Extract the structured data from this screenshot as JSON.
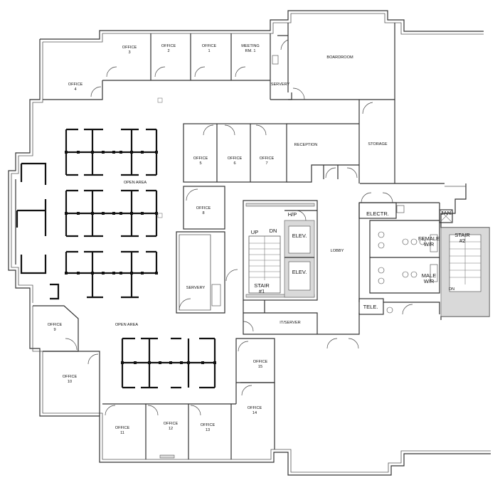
{
  "rooms": {
    "office3": [
      "OFFICE",
      "3"
    ],
    "office2": [
      "OFFICE",
      "2"
    ],
    "office1": [
      "OFFICE",
      "1"
    ],
    "meeting1": [
      "MEETING",
      "RM. 1"
    ],
    "servery_top": [
      "SERVERY"
    ],
    "boardroom": [
      "BOARDROOM"
    ],
    "office4": [
      "OFFICE",
      "4"
    ],
    "office5": [
      "OFFICE",
      "5"
    ],
    "office6": [
      "OFFICE",
      "6"
    ],
    "office7": [
      "OFFICE",
      "7"
    ],
    "reception": [
      "RECEPTION"
    ],
    "storage": [
      "STORAGE"
    ],
    "open_area_top": [
      "OPEN AREA"
    ],
    "office8": [
      "OFFICE",
      "8"
    ],
    "hp": [
      "H/P"
    ],
    "up": [
      "UP"
    ],
    "dn1": [
      "DN"
    ],
    "elev1": [
      "ELEV."
    ],
    "elev2": [
      "ELEV."
    ],
    "lobby": [
      "LOBBY"
    ],
    "electr": [
      "ELECTR."
    ],
    "jan": [
      "JAN."
    ],
    "female": [
      "FEMALE",
      "W/R"
    ],
    "male": [
      "MALE",
      "W/R"
    ],
    "stair2": [
      "STAIR",
      "#2"
    ],
    "dn2": [
      "DN"
    ],
    "servery_mid": [
      "SERVERY"
    ],
    "stair1": [
      "STAIR",
      "#1"
    ],
    "tele": [
      "TELE."
    ],
    "itserver": [
      "IT/SERVER"
    ],
    "office9": [
      "OFFICE",
      "9"
    ],
    "open_area_bottom": [
      "OPEN AREA"
    ],
    "office15": [
      "OFFICE",
      "15"
    ],
    "office10": [
      "OFFICE",
      "10"
    ],
    "office14": [
      "OFFICE",
      "14"
    ],
    "office11": [
      "OFFICE",
      "11"
    ],
    "office12": [
      "OFFICE",
      "12"
    ],
    "office13": [
      "OFFICE",
      "13"
    ]
  },
  "colors": {
    "wall": "#333333",
    "fill": "#d9d9d9",
    "furniture": "#111111"
  }
}
